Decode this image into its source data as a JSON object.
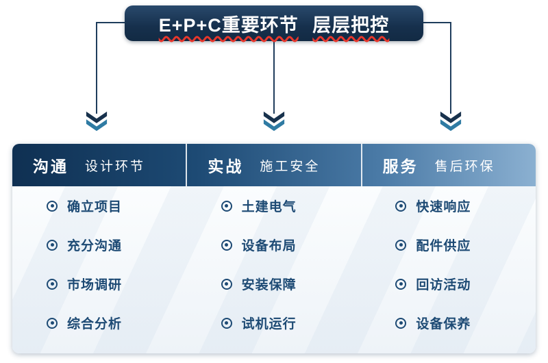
{
  "title": {
    "part1": "E+P+C重要环节",
    "part2": "层层把控"
  },
  "columns": [
    {
      "header": "沟通",
      "subheader": "设计环节",
      "items": [
        "确立项目",
        "充分沟通",
        "市场调研",
        "综合分析"
      ]
    },
    {
      "header": "实战",
      "subheader": "施工安全",
      "items": [
        "土建电气",
        "设备布局",
        "安装保障",
        "试机运行"
      ]
    },
    {
      "header": "服务",
      "subheader": "售后环保",
      "items": [
        "快速响应",
        "配件供应",
        "回访活动",
        "设备保养"
      ]
    }
  ],
  "icons": {
    "bullet": "target-bullet-icon",
    "arrow": "down-arrow-icon"
  },
  "colors": {
    "banner_bg": "#16304c",
    "title_underline": "#e8372c",
    "header_gradient_start": "#0f3052",
    "header_gradient_end": "#8bb0d1",
    "body_text": "#1d4a74",
    "connector_line": "#1f3d5c",
    "arrow_dark": "#18324d",
    "arrow_teal": "#2f7ba3"
  }
}
